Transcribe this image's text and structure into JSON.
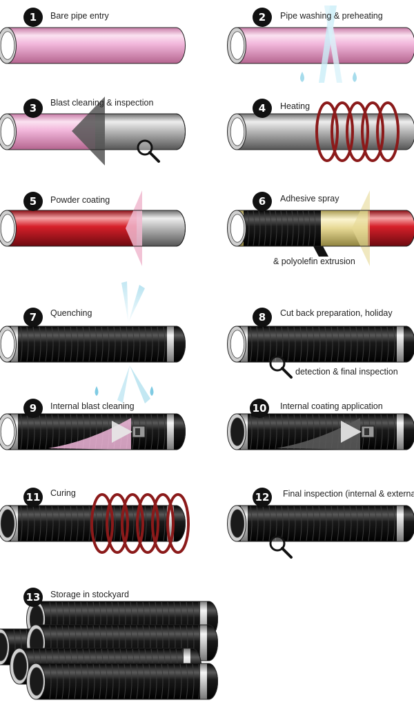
{
  "steps": [
    {
      "number": "1",
      "label": "Bare pipe entry"
    },
    {
      "number": "2",
      "label": "Pipe washing & preheating"
    },
    {
      "number": "3",
      "label": "Blast cleaning & inspection"
    },
    {
      "number": "4",
      "label": "Heating"
    },
    {
      "number": "5",
      "label": "Powder coating"
    },
    {
      "number": "6",
      "label": "Adhesive spray",
      "label2": "& polyolefin extrusion"
    },
    {
      "number": "7",
      "label": "Quenching"
    },
    {
      "number": "8",
      "label": "Cut back preparation, holiday",
      "label2": "detection & final inspection"
    },
    {
      "number": "9",
      "label": "Internal blast cleaning"
    },
    {
      "number": "10",
      "label": "Internal coating application"
    },
    {
      "number": "11",
      "label": "Curing"
    },
    {
      "number": "12",
      "label": "Final inspection (internal & external)"
    },
    {
      "number": "13",
      "label": "Storage in stockyard"
    }
  ],
  "colors": {
    "bare_pipe": "#f2b8dc",
    "cleaned_pipe": "#b5b5b5",
    "powder_coat": "#d6202a",
    "adhesive": "#e6d894",
    "polyolefin": "#1a1a1a",
    "heating_coil": "#8b1a1a",
    "water_spray": "#8fd3e8",
    "badge": "#111111"
  },
  "icons": [
    "number-badge",
    "magnifier-icon",
    "heating-coil",
    "water-spray-icon",
    "blast-arrow",
    "spray-cone",
    "nozzle-icon"
  ]
}
